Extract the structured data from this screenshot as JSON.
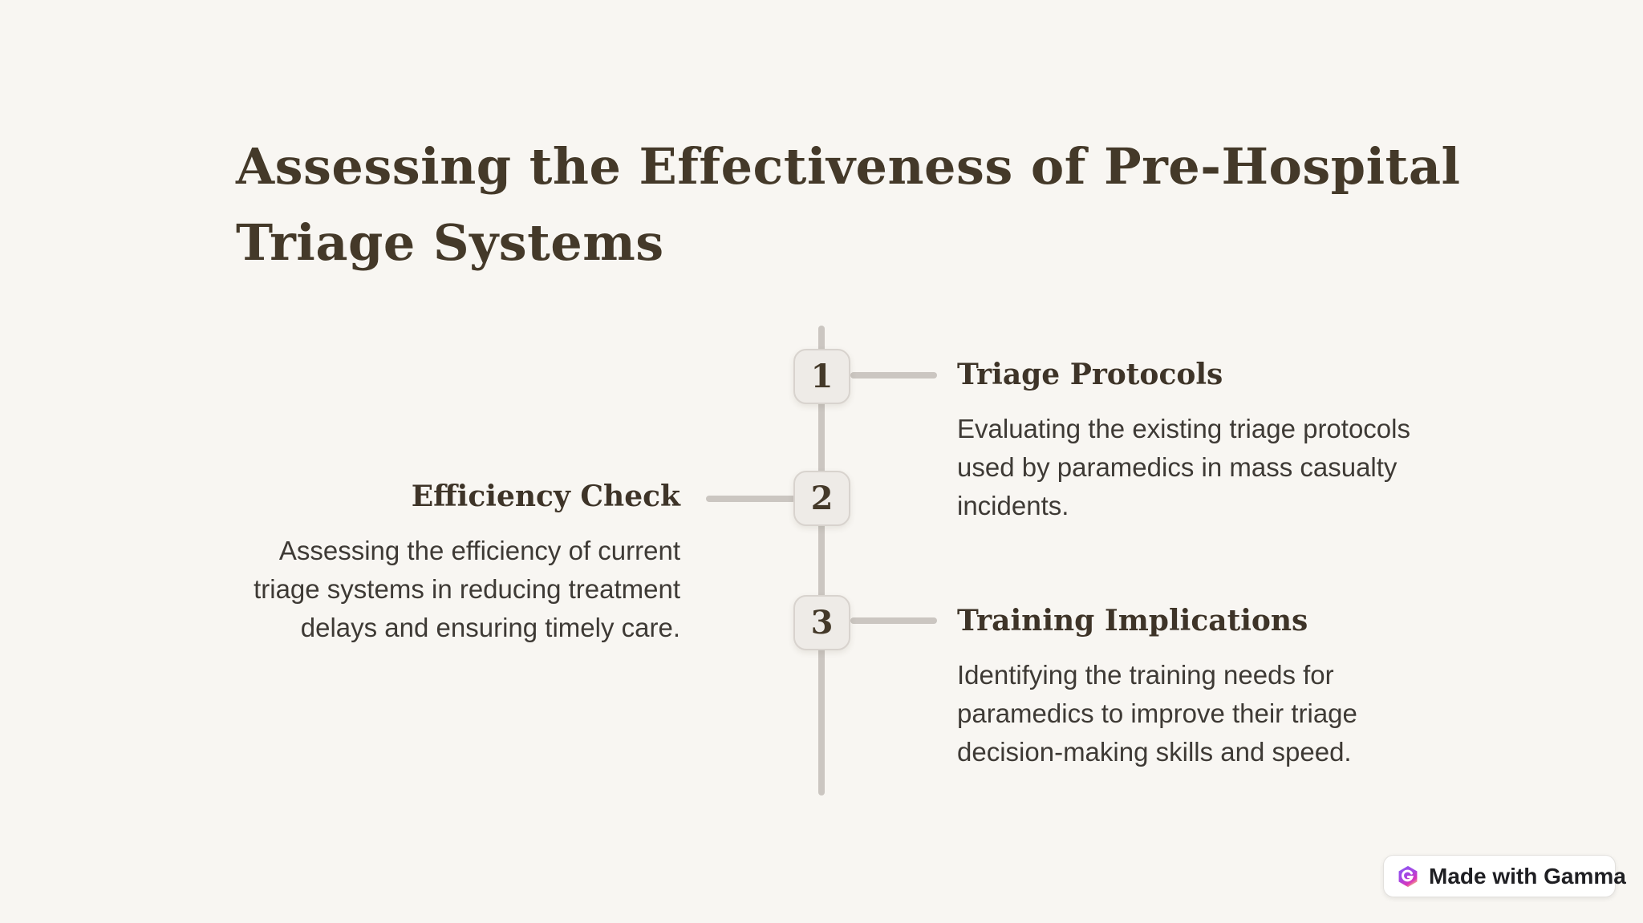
{
  "page": {
    "background_color": "#F8F6F2"
  },
  "title": {
    "text": "Assessing the Effectiveness of Pre-Hospital Triage Systems",
    "lines": [
      "Assessing the Effectiveness of Pre-Hospital",
      "Triage Systems"
    ],
    "color": "#443929"
  },
  "timeline": {
    "line_color": "#CBC6C1",
    "box_fill_color": "#EEEBE7",
    "box_border_color": "#D8D3CE",
    "items": [
      {
        "number": "1",
        "side": "right",
        "title": "Triage Protocols",
        "description": "Evaluating the existing triage protocols used by paramedics in mass casualty incidents."
      },
      {
        "number": "2",
        "side": "left",
        "title": "Efficiency Check",
        "description": "Assessing the efficiency of current triage systems in reducing treatment delays and ensuring timely care."
      },
      {
        "number": "3",
        "side": "right",
        "title": "Training Implications",
        "description": "Identifying the training needs for paramedics to improve their triage decision-making skills and speed."
      }
    ]
  },
  "badge": {
    "label": "Made with Gamma",
    "logo": "gamma-logo",
    "logo_colors": {
      "purple": "#8B5CF6",
      "magenta": "#D935B9",
      "salmon": "#F2A48B"
    }
  }
}
